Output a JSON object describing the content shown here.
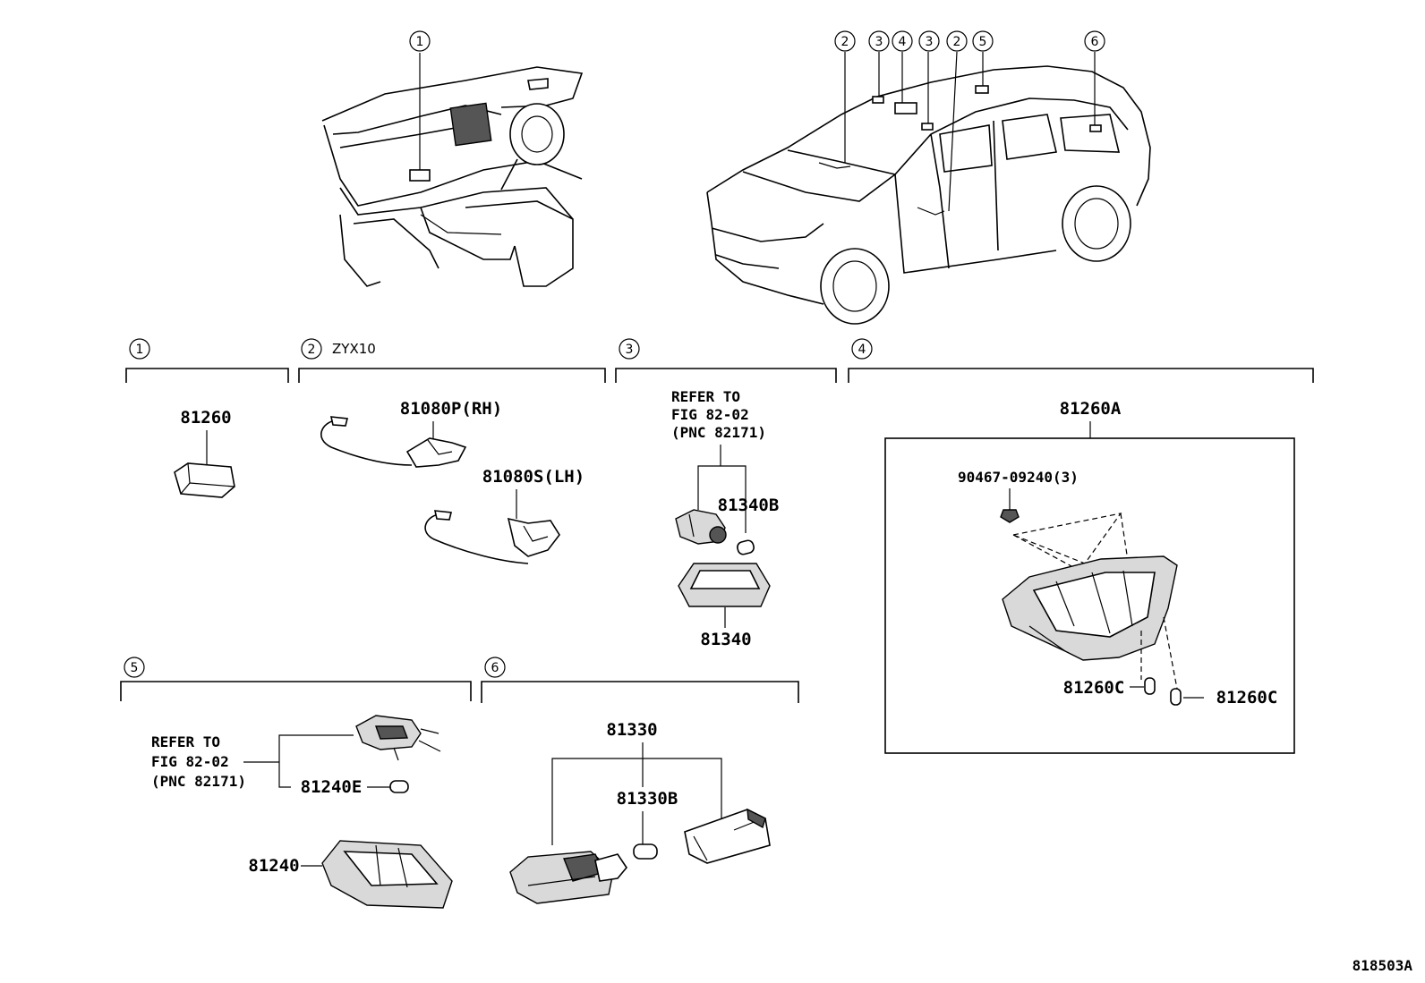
{
  "callouts": {
    "top_interior": "1",
    "top_car": [
      "2",
      "3",
      "4",
      "3",
      "2",
      "5",
      "6"
    ]
  },
  "groups": {
    "g1": {
      "num": "1"
    },
    "g2": {
      "num": "2",
      "label": "ZYX10"
    },
    "g3": {
      "num": "3"
    },
    "g4": {
      "num": "4"
    },
    "g5": {
      "num": "5"
    },
    "g6": {
      "num": "6"
    }
  },
  "parts": {
    "p81260": "81260",
    "p81080P": "81080P(RH)",
    "p81080S": "81080S(LH)",
    "p81340B": "81340B",
    "p81340": "81340",
    "p81260A": "81260A",
    "p90467": "90467-09240(3)",
    "p81260C_left": "81260C",
    "p81260C_right": "81260C",
    "p81240E": "81240E",
    "p81240": "81240",
    "p81330": "81330",
    "p81330B": "81330B"
  },
  "refer_notes": {
    "g3": [
      "REFER TO",
      "FIG 82-02",
      "(PNC 82171)"
    ],
    "g5": [
      "REFER TO",
      "FIG 82-02",
      "(PNC 82171)"
    ]
  },
  "figure_id": "818503A"
}
